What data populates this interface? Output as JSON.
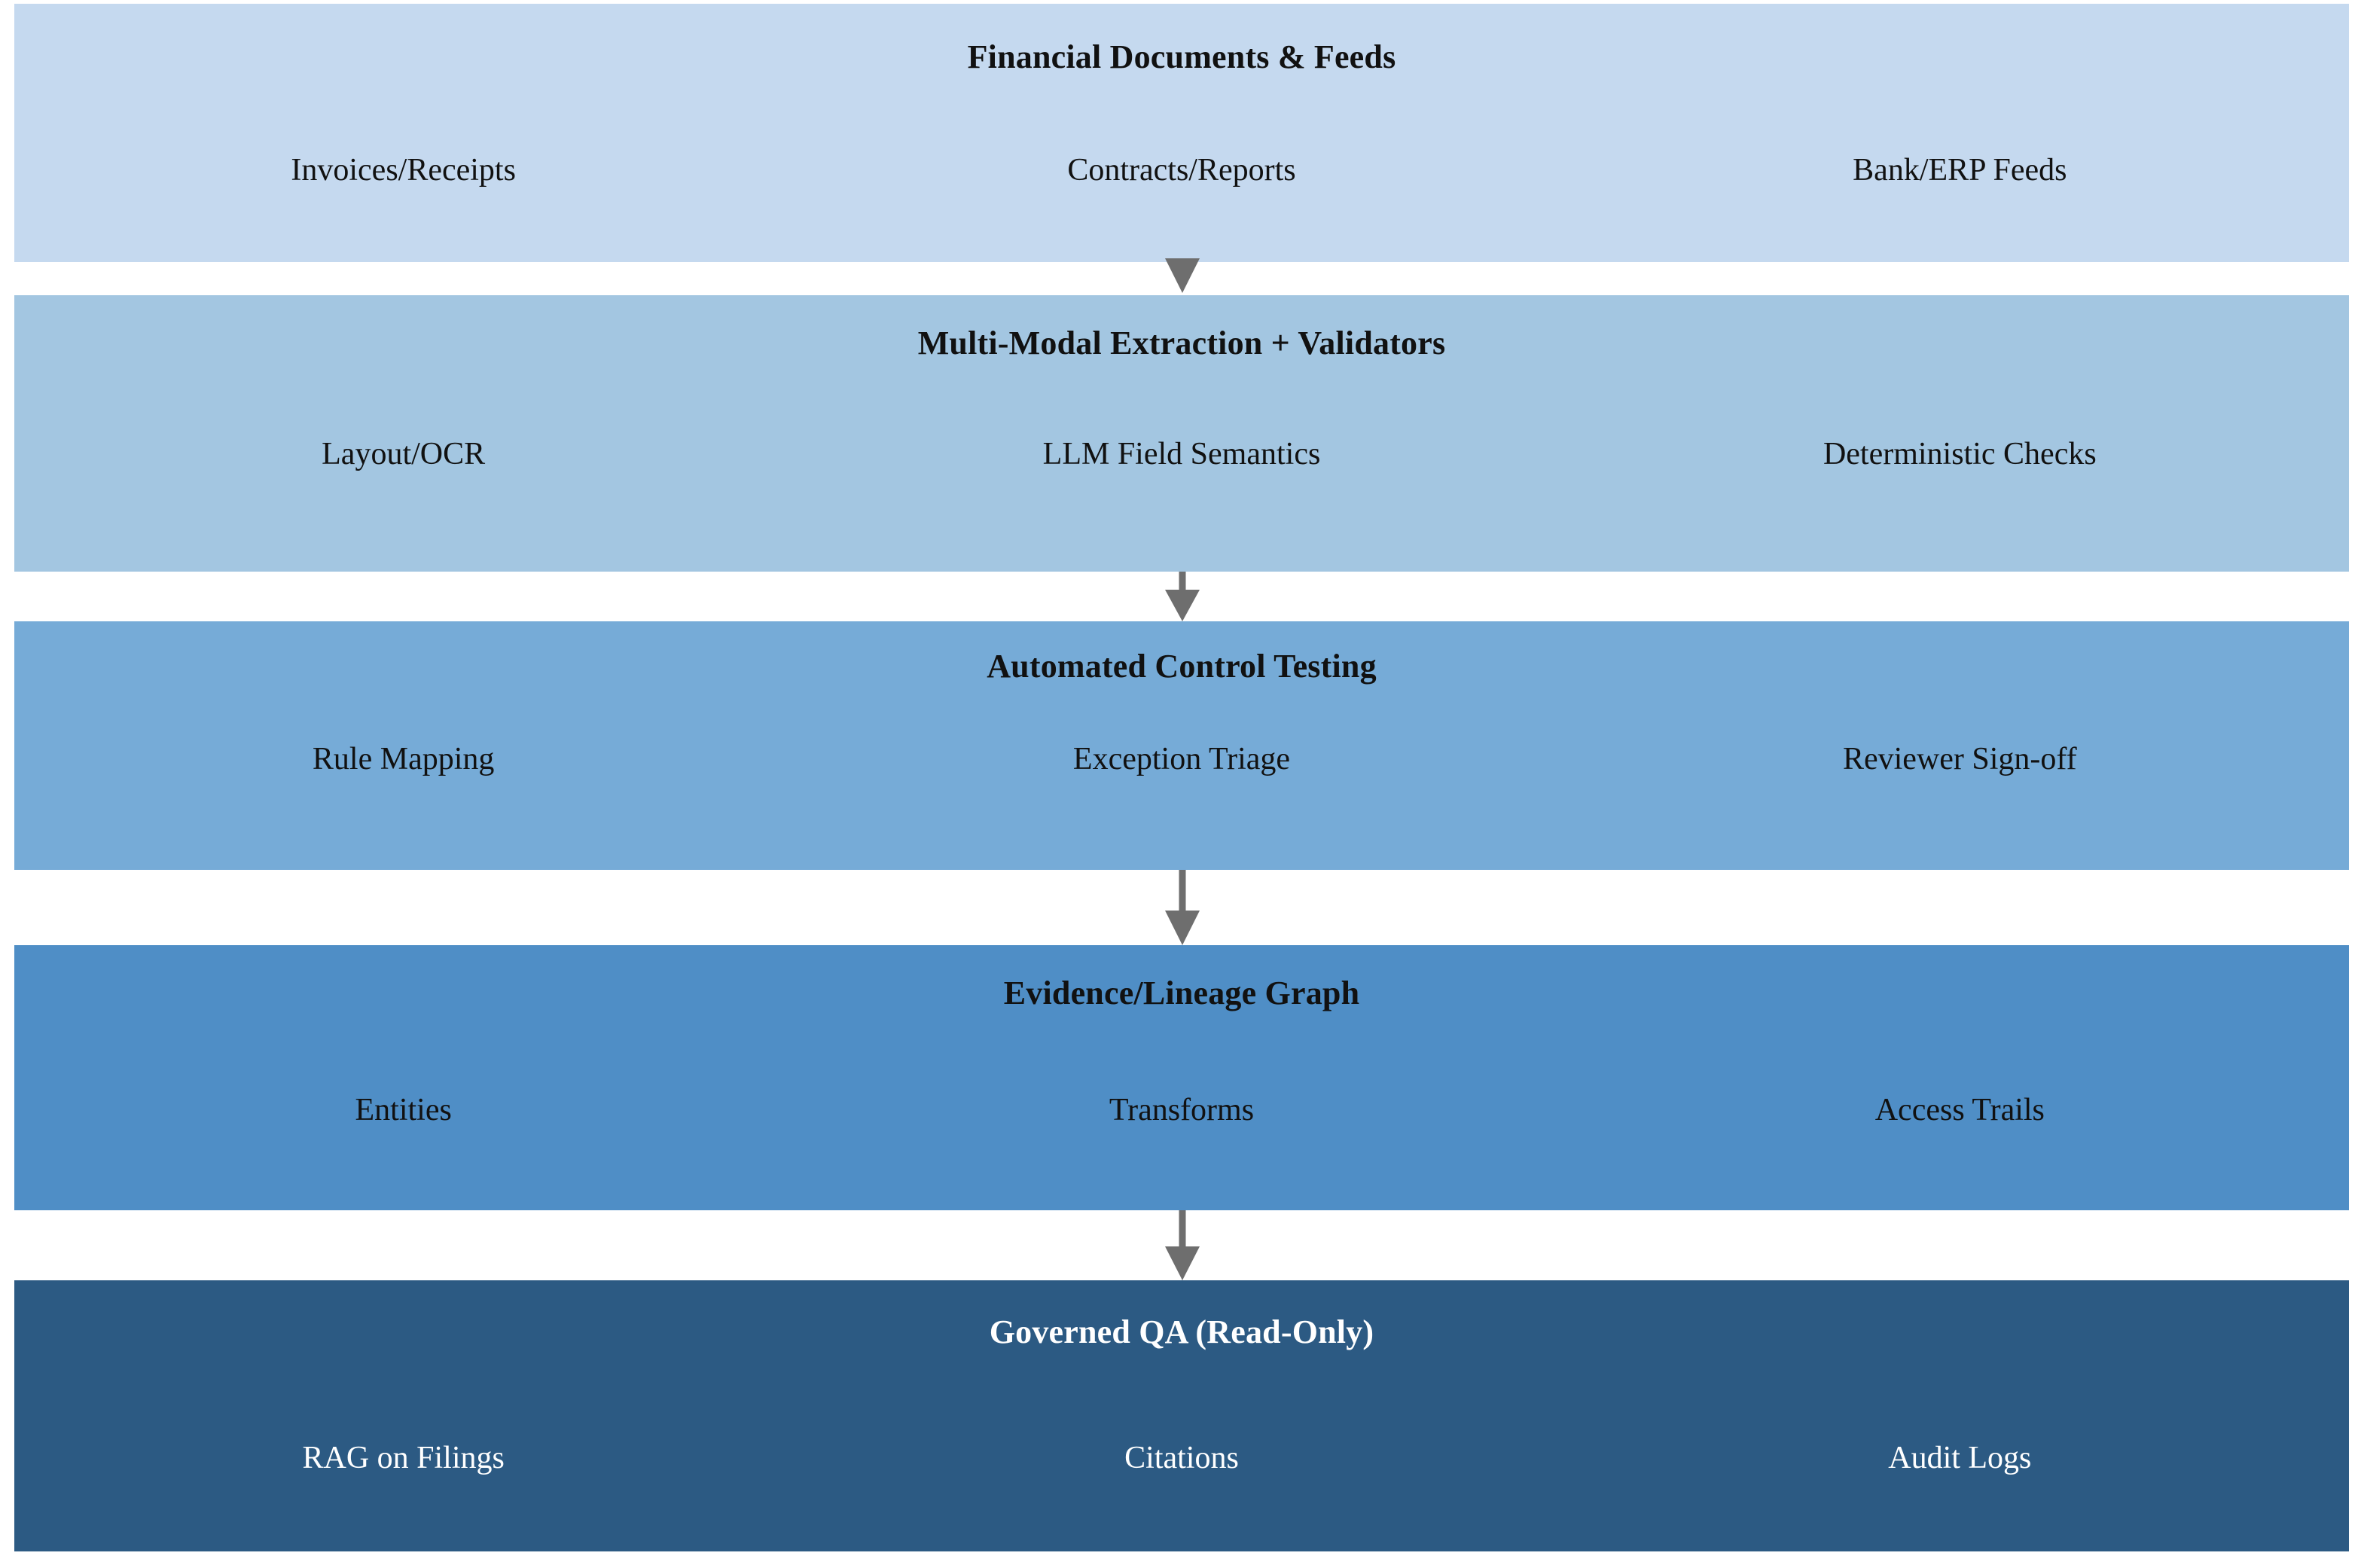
{
  "diagram": {
    "type": "vertical-flow-pipeline",
    "orientation": "top-to-bottom",
    "background_color": "#ffffff",
    "arrow_color": "#6e6e6e",
    "stage_count": 5,
    "columns_per_stage": 3,
    "stages": [
      {
        "id": "financial-documents-feeds",
        "title": "Financial Documents & Feeds",
        "fill_color": "#c5d9ef",
        "text_color": "#111111",
        "items": [
          "Invoices/Receipts",
          "Contracts/Reports",
          "Bank/ERP Feeds"
        ]
      },
      {
        "id": "multi-modal-extraction-validators",
        "title": "Multi-Modal Extraction + Validators",
        "fill_color": "#a3c6e1",
        "text_color": "#111111",
        "items": [
          "Layout/OCR",
          "LLM Field Semantics",
          "Deterministic Checks"
        ]
      },
      {
        "id": "automated-control-testing",
        "title": "Automated Control Testing",
        "fill_color": "#76abd7",
        "text_color": "#111111",
        "items": [
          "Rule Mapping",
          "Exception Triage",
          "Reviewer Sign-off"
        ]
      },
      {
        "id": "evidence-lineage-graph",
        "title": "Evidence/Lineage Graph",
        "fill_color": "#4f8ec6",
        "text_color": "#111111",
        "items": [
          "Entities",
          "Transforms",
          "Access Trails"
        ]
      },
      {
        "id": "governed-qa-read-only",
        "title": "Governed QA (Read-Only)",
        "fill_color": "#2c5a83",
        "text_color": "#ffffff",
        "items": [
          "RAG on Filings",
          "Citations",
          "Audit Logs"
        ]
      }
    ],
    "connectors": [
      {
        "id": "connector-1",
        "from": "financial-documents-feeds",
        "to": "multi-modal-extraction-validators",
        "glyph": "down-arrow-icon"
      },
      {
        "id": "connector-2",
        "from": "multi-modal-extraction-validators",
        "to": "automated-control-testing",
        "glyph": "down-arrow-icon"
      },
      {
        "id": "connector-3",
        "from": "automated-control-testing",
        "to": "evidence-lineage-graph",
        "glyph": "down-arrow-icon"
      },
      {
        "id": "connector-4",
        "from": "evidence-lineage-graph",
        "to": "governed-qa-read-only",
        "glyph": "down-arrow-icon"
      }
    ]
  }
}
